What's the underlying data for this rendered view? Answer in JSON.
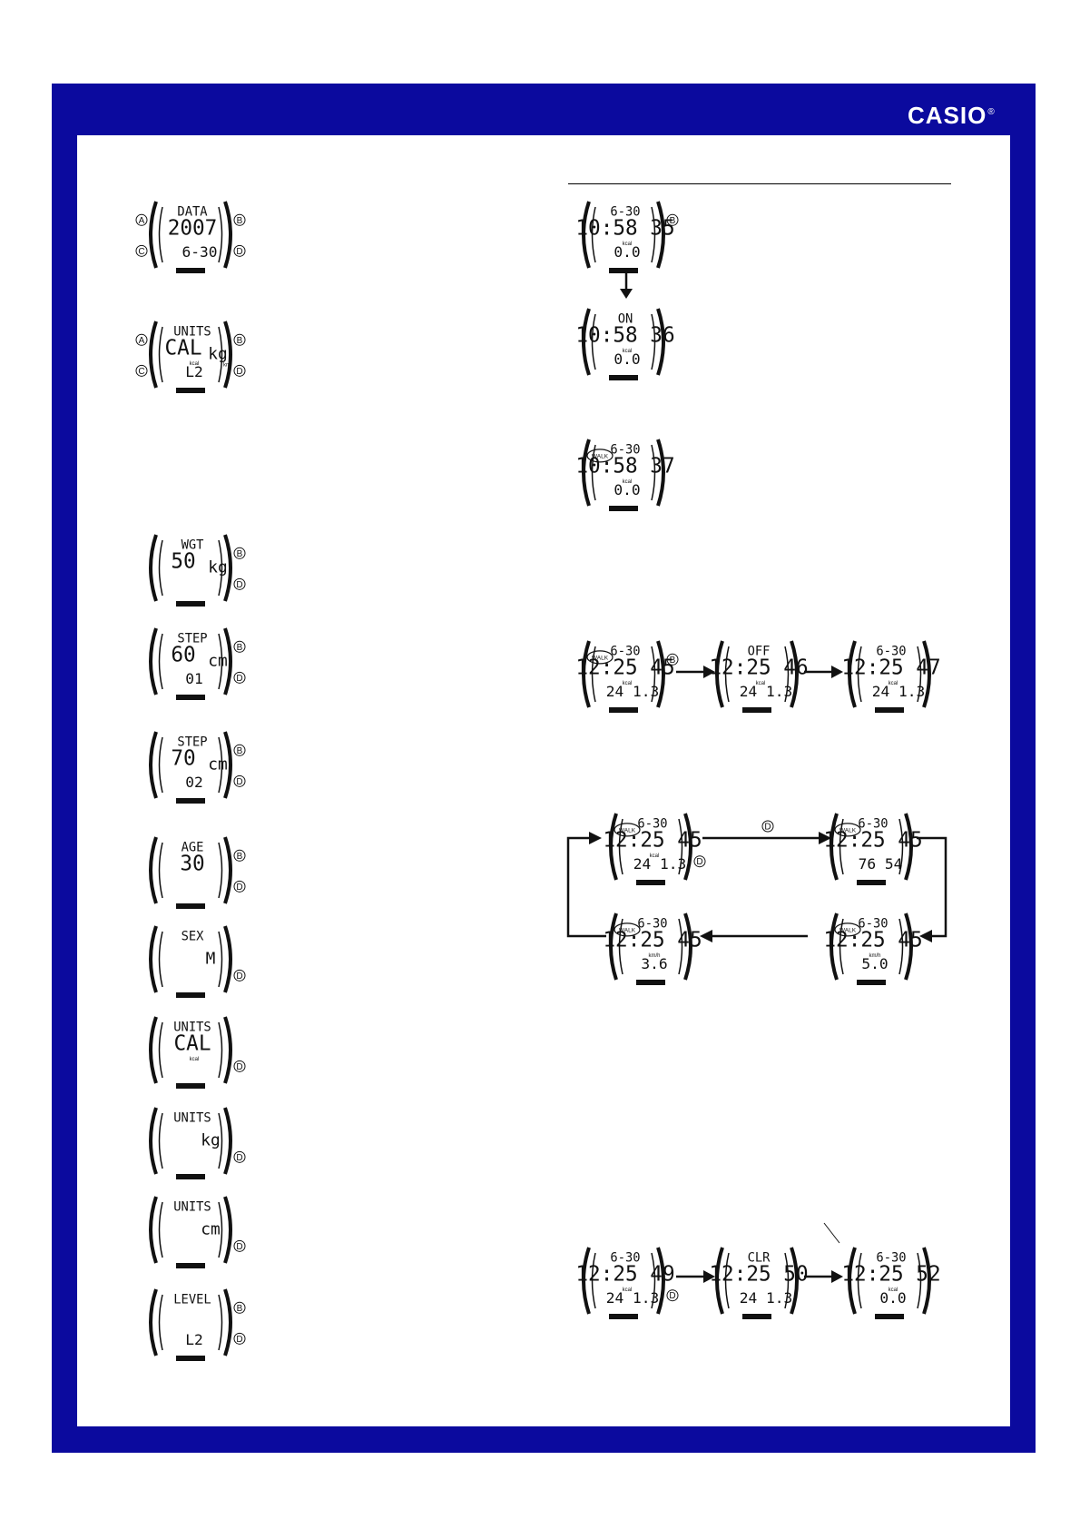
{
  "header": {
    "brand": "CASIO",
    "registered": "®"
  },
  "left_column": {
    "watches": [
      {
        "id": "data",
        "top": "DATA",
        "main": "2007",
        "bottom": "6-30",
        "buttons": [
          "A",
          "B",
          "C",
          "D"
        ]
      },
      {
        "id": "units",
        "top": "UNITS",
        "main": "CAL",
        "main_right": "kg",
        "small": "kcal",
        "small2": "km",
        "bottom": "L2",
        "buttons": [
          "A",
          "B",
          "C",
          "D"
        ]
      },
      {
        "id": "wgt",
        "top": "WGT",
        "main": "50",
        "main_right": "kg",
        "buttons": [
          "B",
          "D"
        ]
      },
      {
        "id": "step1",
        "top": "STEP",
        "main": "60",
        "main_right": "cm",
        "bottom": "01",
        "buttons": [
          "B",
          "D"
        ]
      },
      {
        "id": "step2",
        "top": "STEP",
        "main": "70",
        "main_right": "cm",
        "bottom": "02",
        "buttons": [
          "B",
          "D"
        ]
      },
      {
        "id": "age",
        "top": "AGE",
        "main": "30",
        "buttons": [
          "B",
          "D"
        ]
      },
      {
        "id": "sex",
        "top": "SEX",
        "main_right": "M",
        "buttons": [
          "D"
        ]
      },
      {
        "id": "units-cal",
        "top": "UNITS",
        "main": "CAL",
        "small": "kcal",
        "buttons": [
          "D"
        ]
      },
      {
        "id": "units-kg",
        "top": "UNITS",
        "main_right": "kg",
        "buttons": [
          "D"
        ]
      },
      {
        "id": "units-cm",
        "top": "UNITS",
        "main_right": "cm",
        "buttons": [
          "D"
        ]
      },
      {
        "id": "level",
        "top": "LEVEL",
        "bottom": "L2",
        "buttons": [
          "B",
          "D"
        ]
      }
    ]
  },
  "right_column": {
    "start_sequence": [
      {
        "top": "6-30",
        "main": "10:58 35",
        "small": "kcal",
        "bottom": "0.0",
        "button": "B"
      },
      {
        "top": "ON",
        "main": "10:58 36",
        "small": "kcal",
        "bottom": "0.0"
      },
      {
        "badge": "WALK",
        "top": "6-30",
        "main": "10:58 37",
        "small": "kcal",
        "bottom": "0.0"
      }
    ],
    "stop_sequence": [
      {
        "badge": "WALK",
        "top": "6-30",
        "main": "12:25 45",
        "small": "kcal",
        "bottom": "24 1.3",
        "button": "B"
      },
      {
        "top": "OFF",
        "main": "12:25 46",
        "small": "kcal",
        "bottom": "24 1.3"
      },
      {
        "top": "6-30",
        "main": "12:25 47",
        "small": "kcal",
        "bottom": "24 1.3"
      }
    ],
    "cycle_sequence": {
      "arrow_button": "D",
      "screens": [
        {
          "badge": "WALK",
          "top": "6-30",
          "main": "12:25 45",
          "small": "kcal",
          "bottom": "24 1.3",
          "button": "D"
        },
        {
          "badge": "WALK",
          "top": "6-30",
          "main": "12:25 45",
          "bottom": "76 54"
        },
        {
          "badge": "WALK",
          "top": "6-30",
          "main": "12:25 45",
          "small": "km/h",
          "bottom": "5.0"
        },
        {
          "badge": "WALK",
          "top": "6-30",
          "main": "12:25 45",
          "small": "km/h",
          "bottom": "3.6"
        }
      ]
    },
    "clear_sequence": [
      {
        "top": "6-30",
        "main": "12:25 49",
        "small": "kcal",
        "bottom": "24 1.3",
        "button": "D"
      },
      {
        "top": "CLR",
        "main": "12:25 50",
        "bottom": "24 1.3"
      },
      {
        "top": "6-30",
        "main": "12:25 52",
        "small": "kcal",
        "bottom": "0.0"
      }
    ]
  }
}
